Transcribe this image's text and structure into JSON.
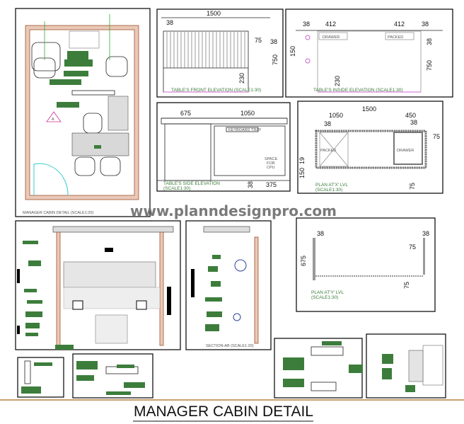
{
  "title": "MANAGER CABIN DETAIL",
  "watermark": "www.planndesignpro.com",
  "plan": {
    "caption": "MANAGER CABIN DETAIL (SCALE1:20)",
    "marker": "A"
  },
  "front_elevation": {
    "caption": "TABLE'S FRONT ELEVATION (SCALE1:30)",
    "dims": [
      "1500",
      "38",
      "75",
      "38",
      "750",
      "230"
    ]
  },
  "inside_elevation": {
    "caption": "TABLE'S INSIDE ELEVATION (SCALE1:30)",
    "dims": [
      "38",
      "412",
      "412",
      "38",
      "150",
      "38",
      "750",
      "230"
    ],
    "labels": [
      "DRAWER",
      "PACKED"
    ]
  },
  "side_elevation": {
    "caption": "TABLE'S SIDE ELEVATION",
    "scale": "(SCALE1:30)",
    "dims": [
      "675",
      "1050",
      "38",
      "375"
    ],
    "labels": [
      "KEYBOARD TRAY",
      "SPACE",
      "FOR",
      "CPU"
    ]
  },
  "plan_x": {
    "caption": "PLAN AT'X' LVL",
    "scale": "(SCALE1:30)",
    "dims": [
      "1500",
      "1050",
      "450",
      "38",
      "38",
      "75",
      "19",
      "150",
      "75"
    ],
    "labels": [
      "PACKED",
      "DRAWER"
    ]
  },
  "section_ab": {
    "caption": "SECTION-AB (SCALE1:20)"
  },
  "plan_y": {
    "caption": "PLAN AT'Y' LVL",
    "scale": "(SCALE1:30)",
    "dims": [
      "38",
      "38",
      "75",
      "675",
      "75"
    ]
  },
  "colors": {
    "annotation_tag": "#3c7d3c",
    "wall": "#a0522d",
    "title_rule": "#c8a070",
    "door": "#33cccc",
    "marker": "#cc3399"
  }
}
